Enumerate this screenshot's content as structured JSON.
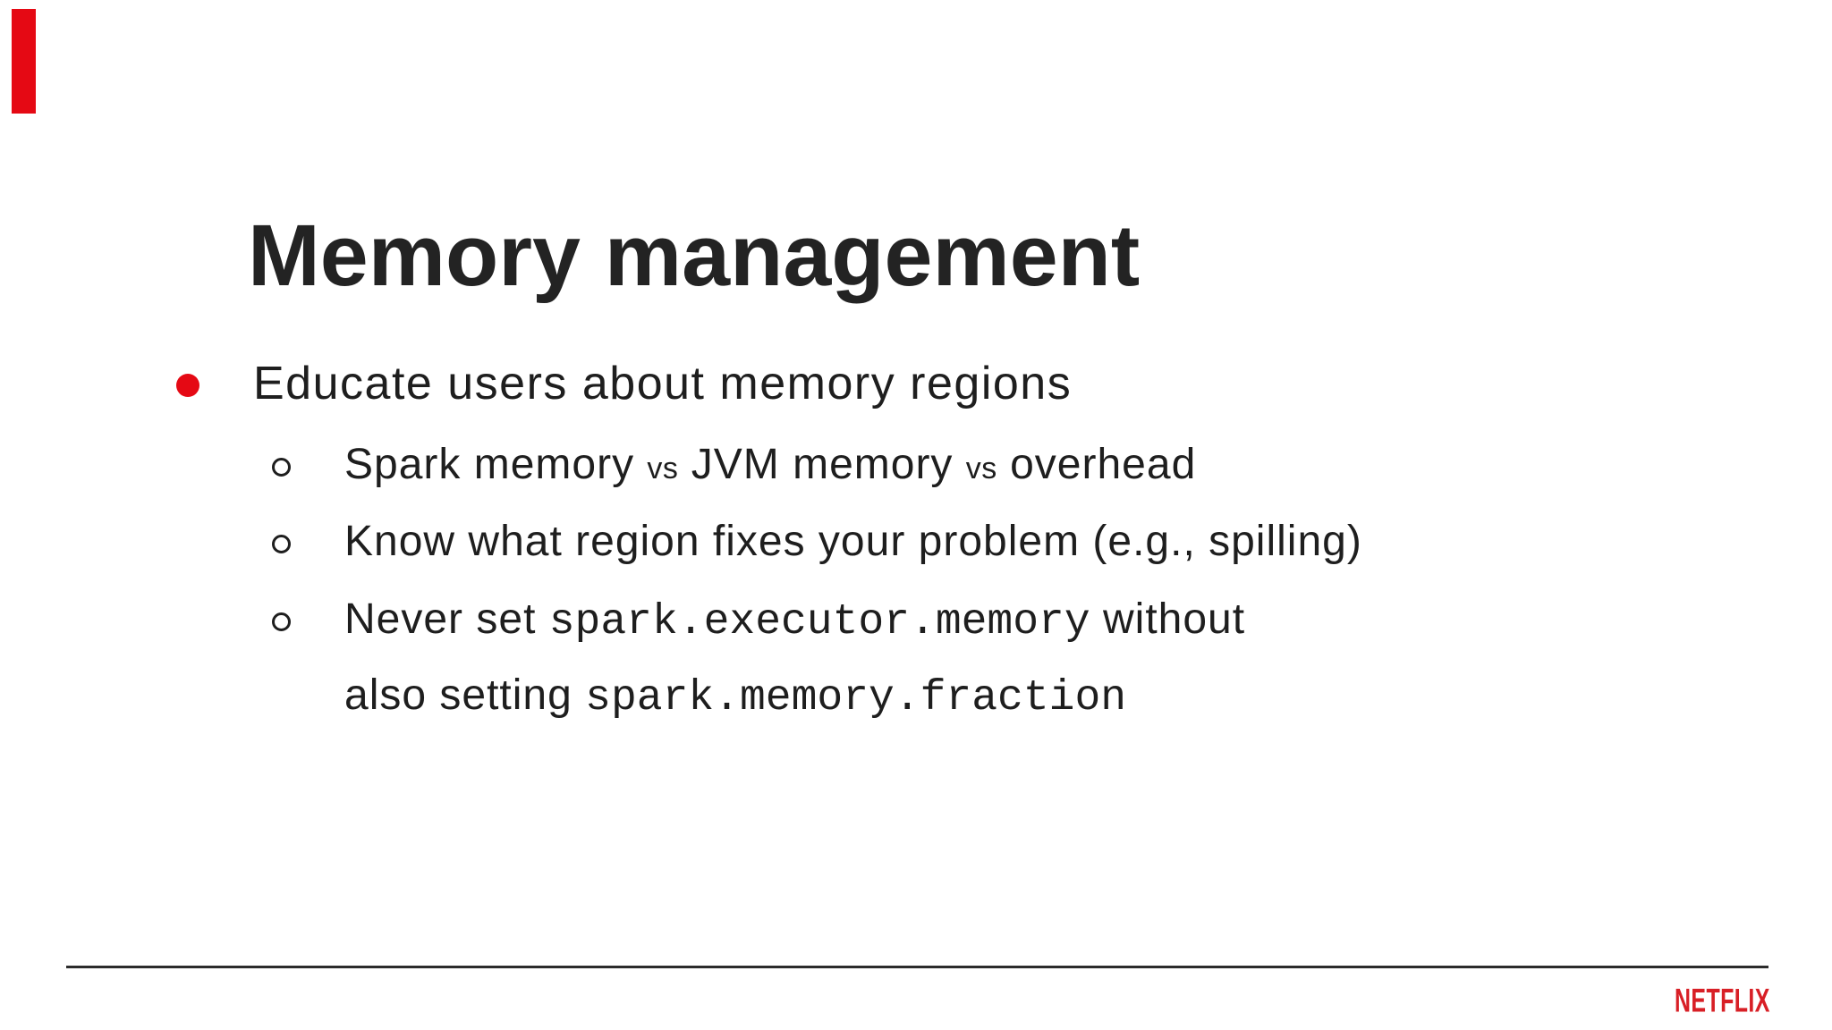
{
  "colors": {
    "background": "#ffffff",
    "title_text": "#232323",
    "body_text": "#1e1e1e",
    "accent_red": "#e50914",
    "logo_red": "#d81f26",
    "divider": "#2c2c2c"
  },
  "content": {
    "title": "Memory management",
    "bullet1": "Educate users about memory regions",
    "sub1": {
      "a": "Spark memory ",
      "vs1": "vs",
      "b": " JVM memory ",
      "vs2": "vs",
      "c": " overhead"
    },
    "sub2": "Know what region fixes your problem (e.g., spilling)",
    "sub3_line1": {
      "a": "Never set ",
      "code": "spark.executor.memory",
      "b": " without"
    },
    "sub3_line2": {
      "a": "also setting ",
      "code": "spark.memory.fraction"
    }
  },
  "footer": {
    "brand": "NETFLIX"
  }
}
